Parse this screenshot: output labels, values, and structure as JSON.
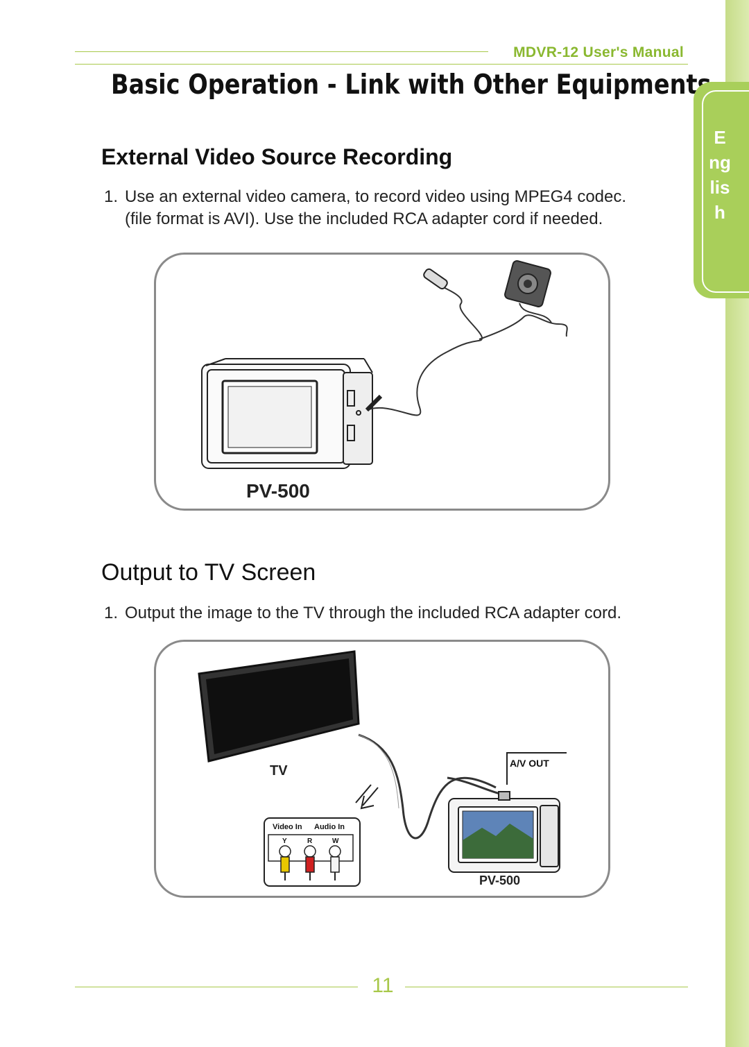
{
  "header": {
    "manual_title": "MDVR-12 User's Manual"
  },
  "page_title": "Basic Operation - Link with Other Equipments",
  "side_tab": {
    "label": "English"
  },
  "section1": {
    "heading": "External Video Source Recording",
    "number": "1.",
    "line1": "Use an external video camera, to record video using MPEG4 codec.",
    "line2": "(file format is AVI). Use the included RCA adapter cord if needed.",
    "figure": {
      "device_label": "PV-500"
    }
  },
  "section2": {
    "heading": "Output to TV Screen",
    "number": "1.",
    "line1": "Output the image to the TV through the included RCA adapter cord.",
    "figure": {
      "tv_label": "TV",
      "av_out_label": "A/V OUT",
      "video_in_label": "Video In",
      "audio_in_label": "Audio In",
      "jack_y": "Y",
      "jack_r": "R",
      "jack_w": "W",
      "device_label": "PV-500"
    }
  },
  "footer": {
    "page_number": "11"
  },
  "colors": {
    "accent": "#a8c84a",
    "tab": "#a9cf5a",
    "jack_yellow": "#e8c800",
    "jack_red": "#d02020",
    "jack_white": "#f4f4f4"
  }
}
